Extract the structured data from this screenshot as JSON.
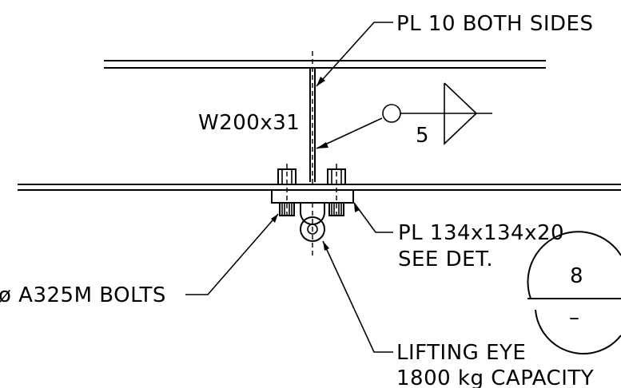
{
  "labels": {
    "plate_note": "PL 10 BOTH SIDES",
    "beam_size": "W200x31",
    "weld_size": "5",
    "base_plate_line1": "PL 134x134x20",
    "base_plate_line2": "SEE DET.",
    "bolts": "ø A325M BOLTS",
    "lifting_eye_line1": "LIFTING EYE",
    "lifting_eye_line2": "1800 kg CAPACITY",
    "detail_number": "8",
    "detail_sheet": "–"
  }
}
